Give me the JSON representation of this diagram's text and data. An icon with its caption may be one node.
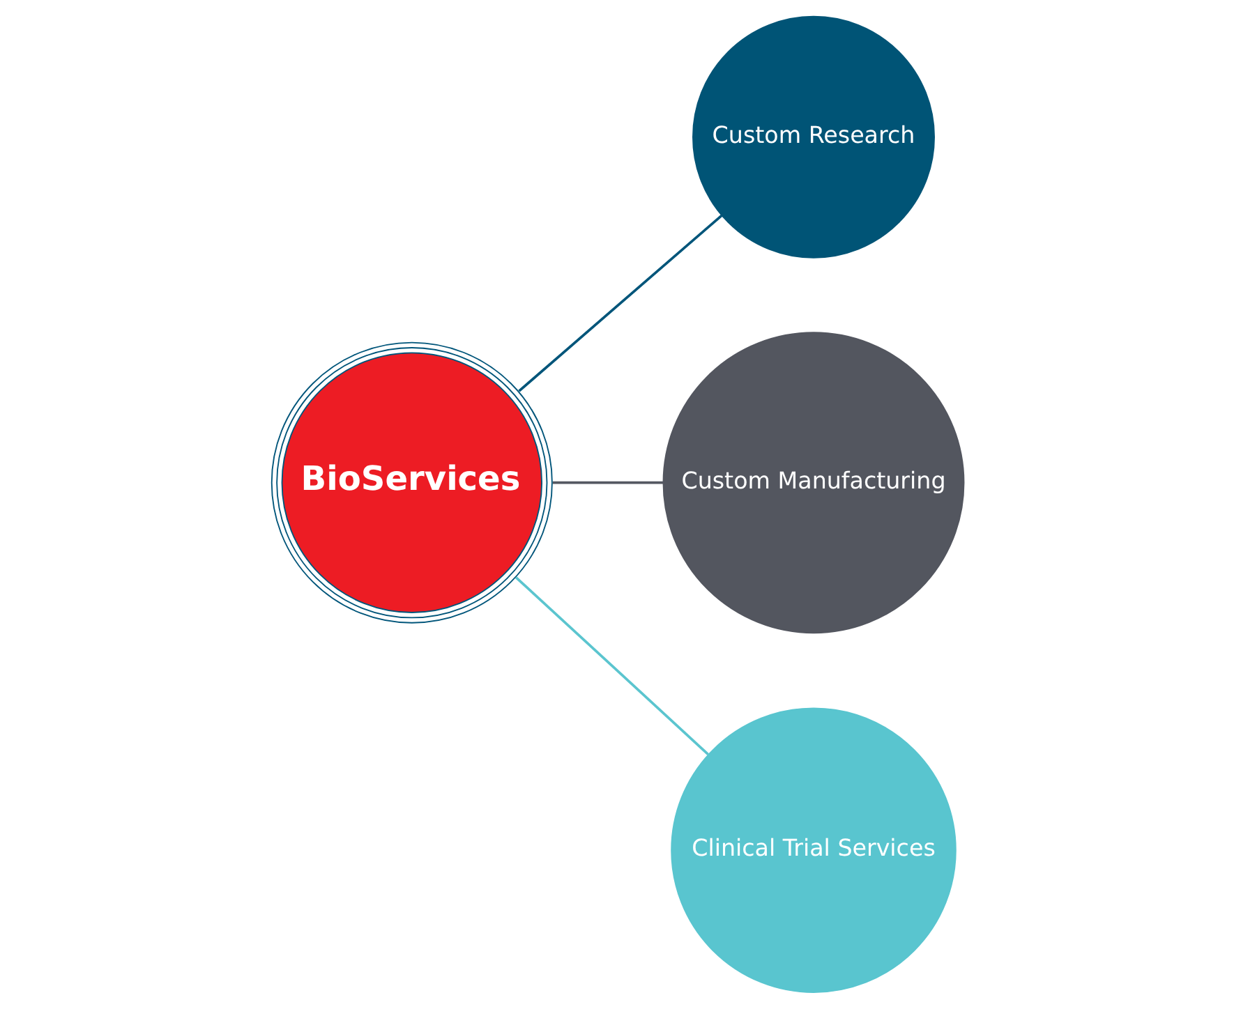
{
  "diagram": {
    "nodes": [
      {
        "text": [
          "BioServices"
        ]
      },
      {
        "text": [
          "Custom Research"
        ]
      },
      {
        "text": [
          "Custom Manufacturing"
        ]
      },
      {
        "text": [
          "Clinical Trial Services"
        ]
      }
    ],
    "edges": [
      {
        "from": 0,
        "to": 1,
        "arrow": "none",
        "color": "#00557a"
      },
      {
        "from": 0,
        "to": 2,
        "arrow": "none",
        "color": "#555862"
      },
      {
        "from": 0,
        "to": 3,
        "arrow": "none",
        "color": "#5bc5cf"
      }
    ]
  }
}
